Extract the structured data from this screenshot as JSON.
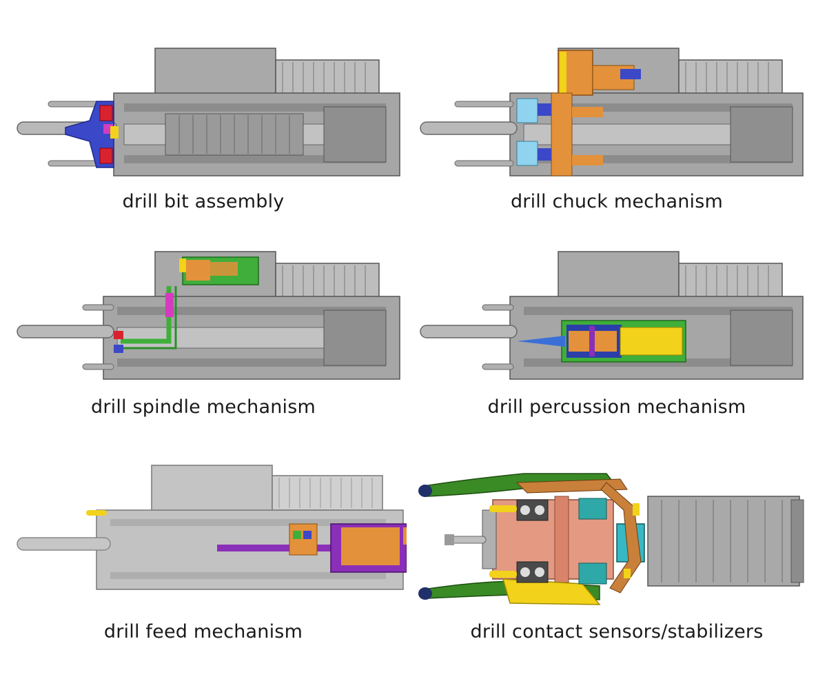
{
  "captions": {
    "bit_assembly": "drill bit assembly",
    "chuck": "drill chuck mechanism",
    "spindle": "drill spindle mechanism",
    "percussion": "drill percussion mechanism",
    "feed": "drill feed mechanism",
    "sensors": "drill contact sensors/stabilizers"
  },
  "colors": {
    "body_gray": "#a9a9a9",
    "dark_gray": "#6e6e6e",
    "blue": "#3b48c8",
    "red": "#d8232e",
    "magenta": "#d43cc0",
    "yellow": "#f2d21a",
    "orange": "#e3913b",
    "green": "#3fae3a",
    "light_blue": "#8fd3ee",
    "purple": "#8a2fb8",
    "salmon": "#e49a82",
    "teal": "#2fa9a8",
    "dark_green": "#3a7a1e",
    "navy": "#20306a"
  }
}
